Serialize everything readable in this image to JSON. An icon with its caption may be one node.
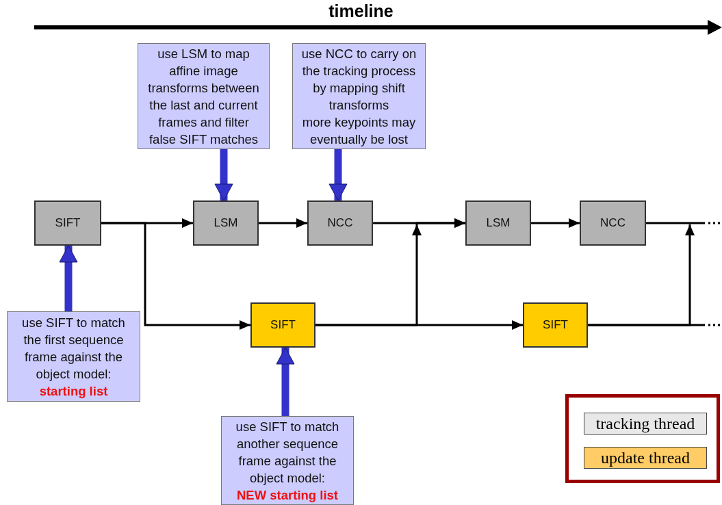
{
  "diagram": {
    "title": "timeline",
    "nodes": [
      {
        "text": [
          "SIFT"
        ]
      },
      {
        "text": [
          "LSM"
        ]
      },
      {
        "text": [
          "NCC"
        ]
      },
      {
        "text": [
          "LSM"
        ]
      },
      {
        "text": [
          "NCC"
        ]
      },
      {
        "text": [
          "SIFT"
        ]
      },
      {
        "text": [
          "SIFT"
        ]
      },
      {
        "text": [
          "use LSM to map affine image transforms between the last and current frames and filter false SIFT matches"
        ]
      },
      {
        "text": [
          "use NCC to carry on the tracking process by mapping shift transforms",
          "more keypoints may eventually be lost"
        ]
      },
      {
        "text": [
          "use SIFT to match the first sequence frame against the object model:",
          "starting list"
        ]
      },
      {
        "text": [
          "use SIFT to match another sequence frame against the object model:",
          "NEW starting list"
        ]
      }
    ],
    "edges": [
      {
        "from": 0,
        "to": 1,
        "arrow": "to"
      },
      {
        "from": 0,
        "to": 5,
        "arrow": "to"
      },
      {
        "from": 1,
        "to": 2,
        "arrow": "to"
      },
      {
        "from": 2,
        "to": 3,
        "arrow": "to"
      },
      {
        "from": 5,
        "to": 3,
        "arrow": "to"
      },
      {
        "from": 5,
        "to": 6,
        "arrow": "to"
      },
      {
        "from": 3,
        "to": 4,
        "arrow": "to"
      },
      {
        "from": 4,
        "to": null,
        "arrow": "none"
      },
      {
        "from": 6,
        "to": null,
        "arrow": "none"
      },
      {
        "from": 6,
        "to": null,
        "arrow": "to"
      },
      {
        "from": 7,
        "to": 1,
        "arrow": "to",
        "style": "thick",
        "color": "#3333cc"
      },
      {
        "from": 8,
        "to": 2,
        "arrow": "to",
        "style": "thick",
        "color": "#3333cc"
      },
      {
        "from": 9,
        "to": 0,
        "arrow": "to",
        "style": "thick",
        "color": "#3333cc"
      },
      {
        "from": 10,
        "to": 5,
        "arrow": "to",
        "style": "thick",
        "color": "#3333cc"
      }
    ],
    "legend": [
      {
        "text": "tracking thread",
        "color": "#e8e8e8"
      },
      {
        "text": "update thread",
        "color": "#ffcc66"
      }
    ]
  }
}
